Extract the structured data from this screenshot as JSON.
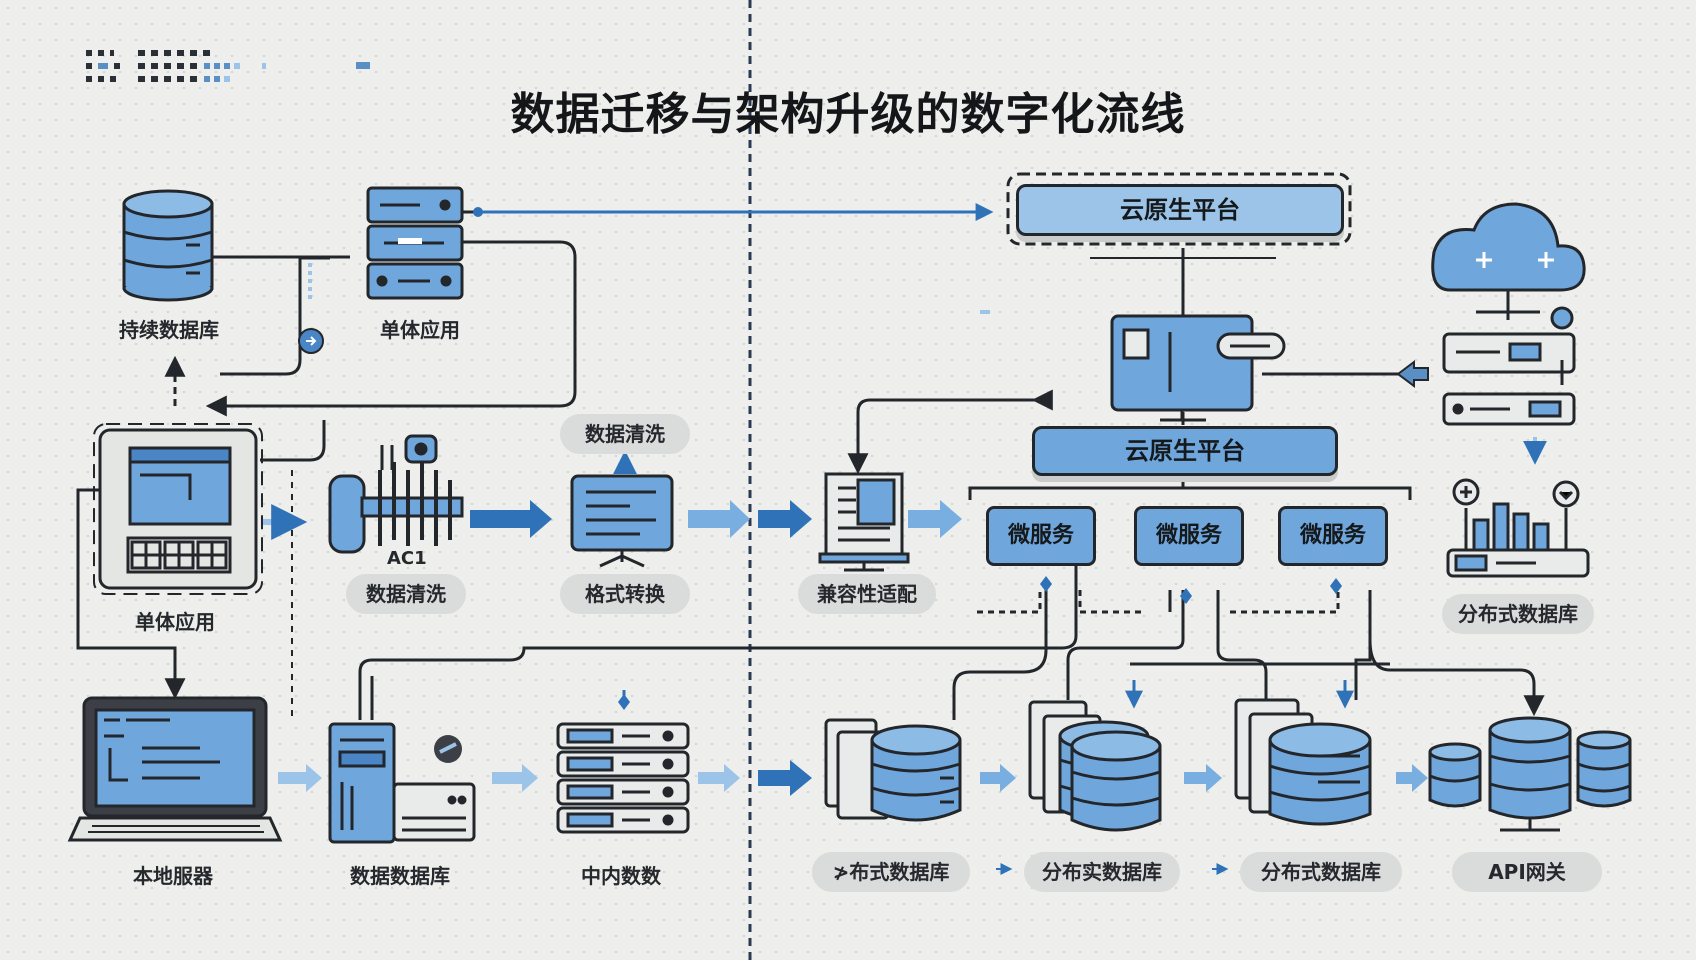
{
  "title": "数据迁移与架构升级的数字化流线",
  "nodes": {
    "legacy_db": "持续数据库",
    "monolith_top": "单体应用",
    "monolith_left": "单体应用",
    "local_server": "本地服器",
    "cleanse_top": "数据清洗",
    "cleanse": "数据清洗",
    "ac_code": "AC1",
    "format": "格式转换",
    "compat": "兼容性适配",
    "data_db": "数据数据库",
    "middle_data": "中内数数",
    "cloud_platform_top": "云原生平台",
    "cloud_platform_mid": "云原生平台",
    "microservices": [
      "微服务",
      "微服务",
      "微服务"
    ],
    "dist_db_right": "分布式数据库",
    "dist_db_1": "≯布式数据库",
    "dist_db_2": "分布实数据库",
    "dist_db_3": "分布式数据库",
    "api_gateway": "API网关"
  },
  "colors": {
    "accent": "#6fa6dc",
    "accent_light": "#9cc4e8",
    "outline": "#23272b",
    "arrow": "#2f72b8",
    "background": "#eeefec"
  },
  "icons": {
    "legacy_db": "database-icon",
    "monolith_top": "server-rack-icon",
    "monolith_left": "app-window-icon",
    "local_server": "laptop-icon",
    "cleanse": "filter-comb-icon",
    "format": "monitor-doc-icon",
    "compat": "document-stand-icon",
    "data_db": "tower-server-icon",
    "middle_data": "rack-icon",
    "cloud": "cloud-icon",
    "monitor": "monitor-icon"
  }
}
